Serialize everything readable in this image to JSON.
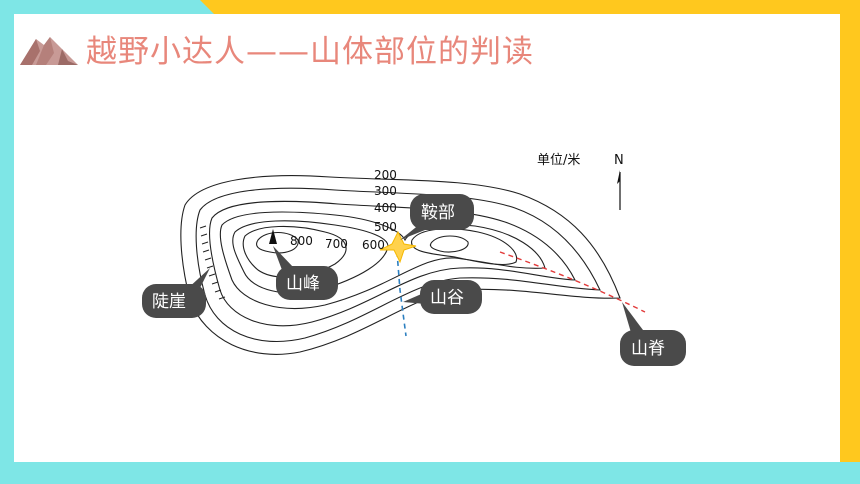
{
  "title": "越野小达人——山体部位的判读",
  "colors": {
    "title": "#e8877b",
    "frame_cyan": "#7ee6e6",
    "frame_yellow": "#ffc81e",
    "callout_bg": "#4a4a4a",
    "ridge_line": "#e23a3a",
    "valley_line": "#2c7fc0",
    "saddle_star": "#ffd24d"
  },
  "diagram": {
    "unit_label": "单位/米",
    "north_label": "N",
    "contours": [
      "200",
      "300",
      "400",
      "500",
      "600",
      "700",
      "800"
    ],
    "labels": {
      "saddle": "鞍部",
      "peak": "山峰",
      "cliff": "陡崖",
      "valley": "山谷",
      "ridge": "山脊"
    }
  }
}
